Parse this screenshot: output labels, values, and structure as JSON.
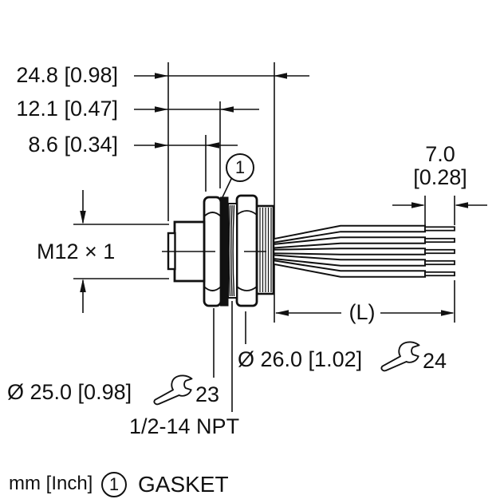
{
  "drawing": {
    "type": "technical-dimension-drawing",
    "colors": {
      "ink": "#111111",
      "paper": "#ffffff"
    },
    "icons": {
      "wrench": "wrench-icon",
      "balloon": "circled-number"
    },
    "labels": {
      "dim_a": "24.8 [0.98]",
      "dim_b": "12.1 [0.47]",
      "dim_c": "8.6 [0.34]",
      "strip_mm": "7.0",
      "strip_inch": "[0.28]",
      "thread": "M12 × 1",
      "length": "(L)",
      "flange_dia": "Ø 26.0 [1.02]",
      "flange_wrench": "24",
      "hex_dia": "Ø 25.0 [0.98]",
      "hex_wrench": "23",
      "conduit_thread": "1/2-14 NPT",
      "units": "mm [Inch]",
      "balloon": "1",
      "legend_balloon": "1",
      "legend_text": "GASKET"
    }
  }
}
